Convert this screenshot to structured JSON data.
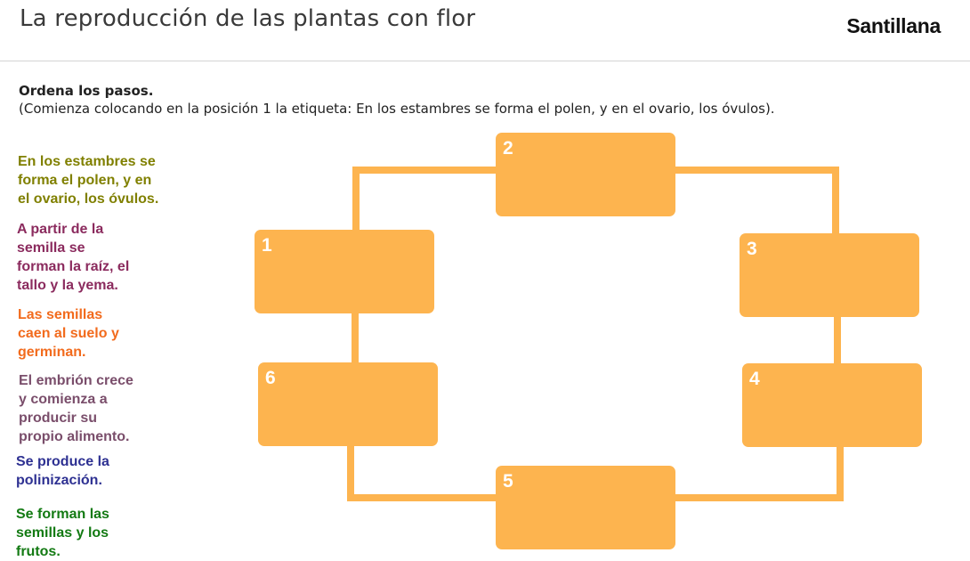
{
  "header": {
    "title": "La reproducción de las plantas con flor",
    "logo": "Santillana"
  },
  "instructions": {
    "title": "Ordena los pasos.",
    "text": "(Comienza colocando en la posición 1 la etiqueta: En los estambres se forma el polen, y en el ovario, los óvulos)."
  },
  "labels": [
    {
      "lines": [
        "En los estambres se",
        "forma el polen, y en",
        "el ovario, los óvulos."
      ],
      "color": "#808000"
    },
    {
      "lines": [
        "A partir de la",
        "semilla se",
        "forman la raíz, el",
        "tallo y la yema."
      ],
      "color": "#8b2b5e"
    },
    {
      "lines": [
        "Las semillas",
        "caen al suelo y",
        "germinan."
      ],
      "color": "#f26b1d"
    },
    {
      "lines": [
        "El embrión crece",
        "y comienza a",
        "producir su",
        "propio alimento."
      ],
      "color": "#7a4e6b"
    },
    {
      "lines": [
        "Se produce la",
        "polinización."
      ],
      "color": "#2e3192"
    },
    {
      "lines": [
        "Se forman las",
        "semillas y los",
        "frutos."
      ],
      "color": "#137a13"
    }
  ],
  "slots": [
    {
      "number": "1"
    },
    {
      "number": "2"
    },
    {
      "number": "3"
    },
    {
      "number": "4"
    },
    {
      "number": "5"
    },
    {
      "number": "6"
    }
  ],
  "colors": {
    "slot_fill": "#fdb44f",
    "connector": "#fdb44f"
  }
}
